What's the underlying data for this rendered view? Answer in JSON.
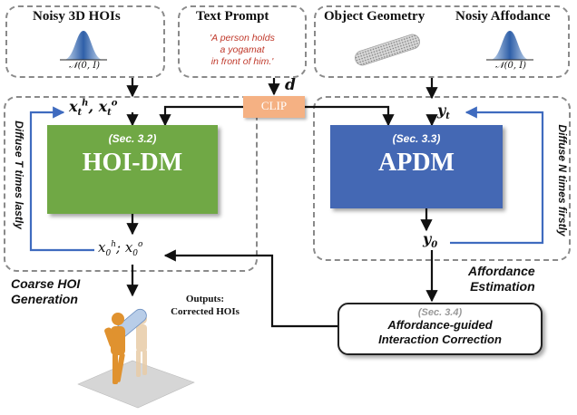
{
  "inputs": {
    "noisy_hoi_title": "Noisy 3D HOIs",
    "noisy_hoi_dist": "𝒩(0, I)",
    "text_prompt_title": "Text Prompt",
    "text_prompt_line1": "'A person holds",
    "text_prompt_line2": "a yogamat",
    "text_prompt_line3": "in front of him.'",
    "object_geometry_title": "Object Geometry",
    "noisy_affordance_title": "Nosiy Affodance",
    "noisy_affordance_dist": "𝒩(0, I)"
  },
  "clip": {
    "label": "CLIP",
    "d_symbol": "d"
  },
  "hoi_dm": {
    "section": "(Sec. 3.2)",
    "name": "HOI-DM",
    "input_symbol": "x",
    "output_symbol": "x",
    "side_label": "Diffuse T times lastly"
  },
  "apdm": {
    "section": "(Sec. 3.3)",
    "name": "APDM",
    "input_symbol": "y",
    "output_symbol": "y",
    "side_label": "Diffuse N times firstly"
  },
  "stages": {
    "coarse_line1": "Coarse HOI",
    "coarse_line2": "Generation",
    "affordance_line1": "Affordance",
    "affordance_line2": "Estimation"
  },
  "correction": {
    "section": "(Sec. 3.4)",
    "line1": "Affordance-guided",
    "line2": "Interaction Correction"
  },
  "outputs": {
    "line1": "Outputs:",
    "line2": "Corrected HOIs"
  },
  "colors": {
    "hoi_dm": "#70a845",
    "apdm": "#4468b4",
    "clip": "#f5b183",
    "loop": "#3f6bbf",
    "prompt": "#c0392b"
  }
}
